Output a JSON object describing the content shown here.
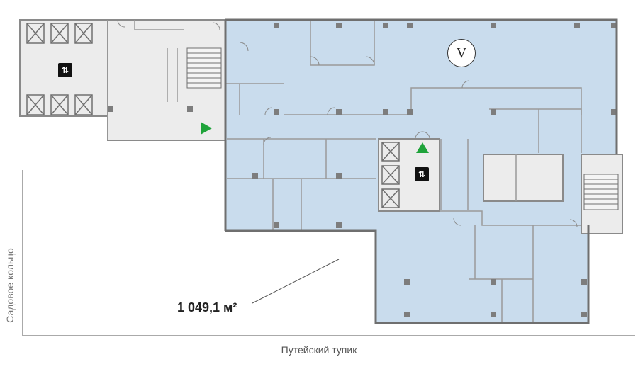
{
  "floor_plan": {
    "area_label": "1 049,1 м²",
    "zone_marker": "V",
    "street_bottom": "Путейский тупик",
    "street_left": "Садовое кольцо",
    "lift_glyph": "⇅"
  },
  "colors": {
    "office_fill": "#c9dced",
    "corridor_fill": "#ececec",
    "wall": "#808080",
    "entrance_marker": "#1fa33a"
  },
  "icons": [
    "lift-icon",
    "entrance-arrow-icon"
  ]
}
